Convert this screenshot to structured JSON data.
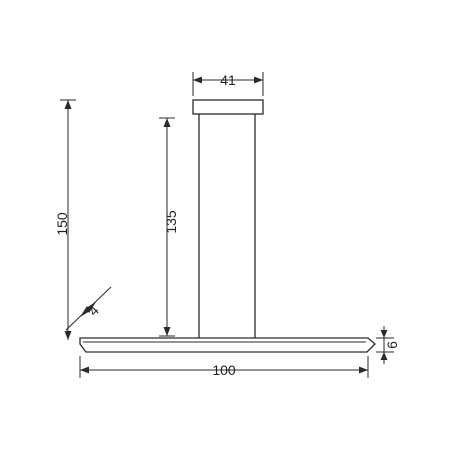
{
  "dimensions": {
    "canopy_width": "41",
    "total_height": "150",
    "cable_length": "135",
    "bar_depth": "4",
    "bar_length": "100",
    "bar_height": "6"
  },
  "colors": {
    "line": "#2a2a2a",
    "background": "#ffffff"
  }
}
